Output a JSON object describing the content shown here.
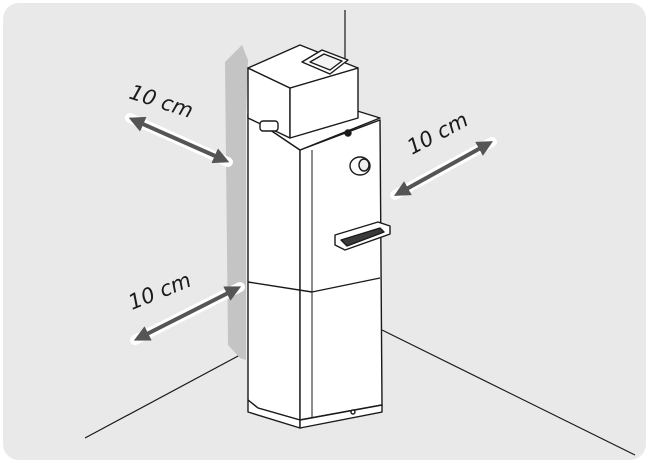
{
  "colors": {
    "panel_background": "#e9e9e9",
    "wall_shadow": "#c4c4c4",
    "outline": "#1a1a1a",
    "appliance_body": "#ffffff",
    "arrow_fill": "#555555",
    "arrow_halo": "#ffffff"
  },
  "clearances": {
    "upper_left": {
      "label": "10 cm"
    },
    "right": {
      "label": "10 cm"
    },
    "lower_left": {
      "label": "10 cm"
    }
  }
}
